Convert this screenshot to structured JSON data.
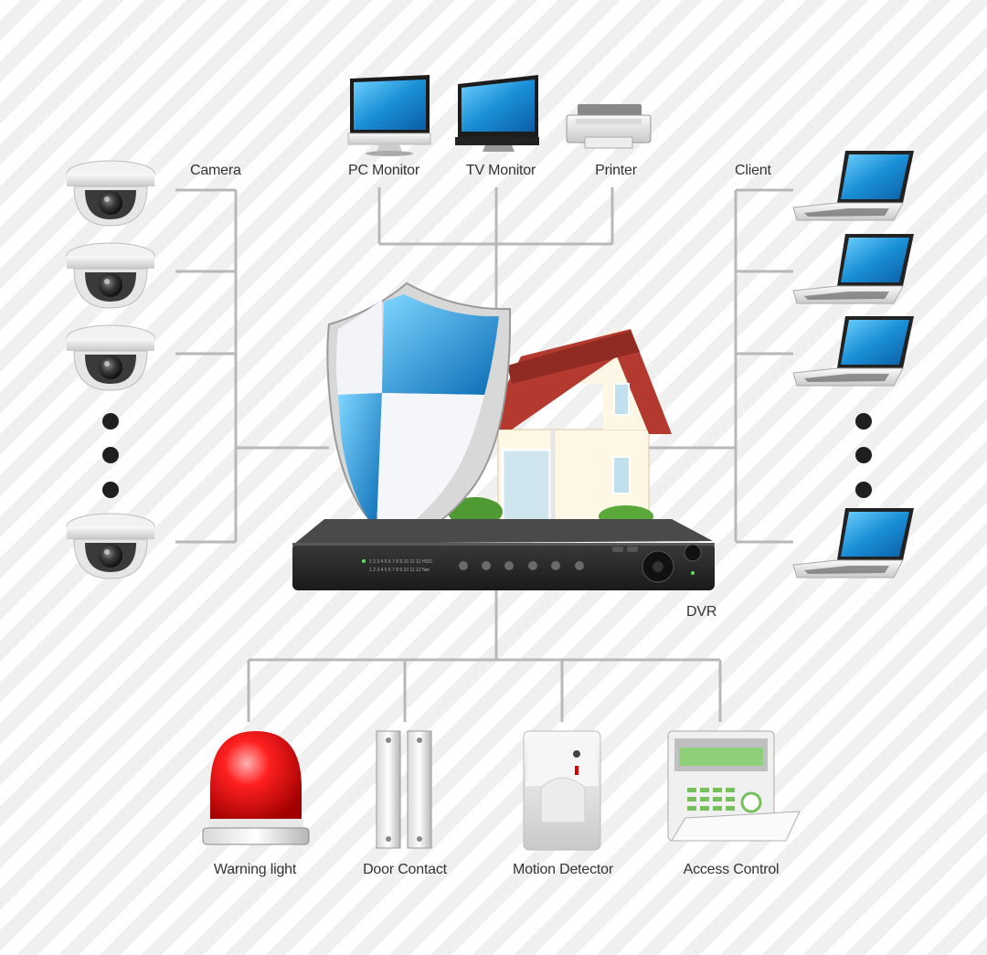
{
  "labels": {
    "camera": "Camera",
    "pc_monitor": "PC Monitor",
    "tv_monitor": "TV Monitor",
    "printer": "Printer",
    "client": "Client",
    "dvr": "DVR",
    "warning_light": "Warning light",
    "door_contact": "Door Contact",
    "motion_detector": "Motion Detector",
    "access_control": "Access Control"
  },
  "dvr_panel": {
    "channels_top": [
      "1",
      "2",
      "3",
      "4",
      "5",
      "6",
      "7",
      "8",
      "9",
      "10",
      "11",
      "12",
      "HDD"
    ],
    "channels_bottom": [
      "1",
      "2",
      "3",
      "4",
      "5",
      "6",
      "7",
      "8",
      "9",
      "10",
      "11",
      "12",
      "Net"
    ]
  },
  "colors": {
    "connector": "#b8b8b8",
    "screen_blue": "#1a8fd6",
    "dvr_body": "#2b2b2b",
    "shield_blue": "#2196d9",
    "roof": "#a8332a",
    "siren_red": "#e00000",
    "keypad_lcd": "#8fd07a"
  },
  "icons": [
    "dome-camera-icon",
    "pc-monitor-icon",
    "tv-monitor-icon",
    "printer-icon",
    "laptop-icon",
    "shield-icon",
    "house-icon",
    "dvr-icon",
    "siren-icon",
    "door-contact-icon",
    "motion-detector-icon",
    "keypad-icon"
  ]
}
